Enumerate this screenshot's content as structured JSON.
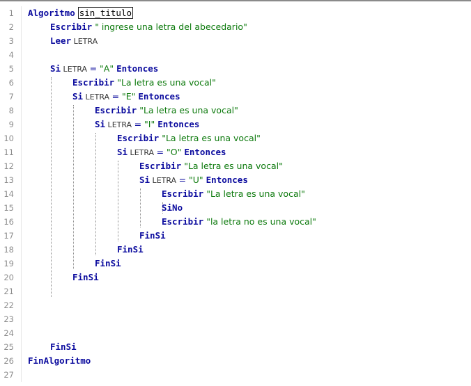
{
  "editor": {
    "lines": [
      {
        "n": "1",
        "indent": 0,
        "tokens": [
          {
            "t": "kw",
            "v": "Algoritmo"
          },
          {
            "t": "name",
            "v": "sin_titulo"
          }
        ]
      },
      {
        "n": "2",
        "indent": 1,
        "tokens": [
          {
            "t": "kw",
            "v": "Escribir"
          },
          {
            "t": "str",
            "v": " \" ingrese una letra del abecedario\""
          }
        ]
      },
      {
        "n": "3",
        "indent": 1,
        "tokens": [
          {
            "t": "kw",
            "v": "Leer"
          },
          {
            "t": "id",
            "v": " LETRA"
          }
        ]
      },
      {
        "n": "4",
        "indent": 0,
        "tokens": []
      },
      {
        "n": "5",
        "indent": 1,
        "tokens": [
          {
            "t": "kw",
            "v": "Si"
          },
          {
            "t": "id",
            "v": " LETRA "
          },
          {
            "t": "op",
            "v": "= "
          },
          {
            "t": "str",
            "v": "\"A\" "
          },
          {
            "t": "kw",
            "v": "Entonces"
          }
        ]
      },
      {
        "n": "6",
        "indent": 2,
        "tokens": [
          {
            "t": "kw",
            "v": "Escribir"
          },
          {
            "t": "str",
            "v": " \"La letra es una vocal\""
          }
        ]
      },
      {
        "n": "7",
        "indent": 2,
        "tokens": [
          {
            "t": "kw",
            "v": "Si"
          },
          {
            "t": "id",
            "v": " LETRA "
          },
          {
            "t": "op",
            "v": "= "
          },
          {
            "t": "str",
            "v": "\"E\" "
          },
          {
            "t": "kw",
            "v": "Entonces"
          }
        ]
      },
      {
        "n": "8",
        "indent": 3,
        "tokens": [
          {
            "t": "kw",
            "v": "Escribir"
          },
          {
            "t": "str",
            "v": " \"La letra es una vocal\""
          }
        ]
      },
      {
        "n": "9",
        "indent": 3,
        "tokens": [
          {
            "t": "kw",
            "v": "Si"
          },
          {
            "t": "id",
            "v": " LETRA "
          },
          {
            "t": "op",
            "v": "= "
          },
          {
            "t": "str",
            "v": "\"I\" "
          },
          {
            "t": "kw",
            "v": "Entonces"
          }
        ]
      },
      {
        "n": "10",
        "indent": 4,
        "tokens": [
          {
            "t": "kw",
            "v": "Escribir"
          },
          {
            "t": "str",
            "v": " \"La letra es una vocal\""
          }
        ]
      },
      {
        "n": "11",
        "indent": 4,
        "tokens": [
          {
            "t": "kw",
            "v": "Si"
          },
          {
            "t": "id",
            "v": " LETRA "
          },
          {
            "t": "op",
            "v": "= "
          },
          {
            "t": "str",
            "v": "\"O\" "
          },
          {
            "t": "kw",
            "v": "Entonces"
          }
        ]
      },
      {
        "n": "12",
        "indent": 5,
        "tokens": [
          {
            "t": "kw",
            "v": "Escribir"
          },
          {
            "t": "str",
            "v": " \"La letra es una vocal\""
          }
        ]
      },
      {
        "n": "13",
        "indent": 5,
        "tokens": [
          {
            "t": "kw",
            "v": "Si"
          },
          {
            "t": "id",
            "v": " LETRA "
          },
          {
            "t": "op",
            "v": "= "
          },
          {
            "t": "str",
            "v": "\"U\" "
          },
          {
            "t": "kw",
            "v": "Entonces"
          }
        ]
      },
      {
        "n": "14",
        "indent": 6,
        "tokens": [
          {
            "t": "kw",
            "v": "Escribir"
          },
          {
            "t": "str",
            "v": " \"La letra es una vocal\""
          }
        ]
      },
      {
        "n": "15",
        "indent": 6,
        "tokens": [
          {
            "t": "kw",
            "v": "SiNo"
          }
        ]
      },
      {
        "n": "16",
        "indent": 6,
        "tokens": [
          {
            "t": "kw",
            "v": "Escribir"
          },
          {
            "t": "str",
            "v": " \"la letra no es una vocal\""
          }
        ]
      },
      {
        "n": "17",
        "indent": 5,
        "tokens": [
          {
            "t": "kw",
            "v": "FinSi"
          }
        ]
      },
      {
        "n": "18",
        "indent": 4,
        "tokens": [
          {
            "t": "kw",
            "v": "FinSi"
          }
        ]
      },
      {
        "n": "19",
        "indent": 3,
        "tokens": [
          {
            "t": "kw",
            "v": "FinSi"
          }
        ]
      },
      {
        "n": "20",
        "indent": 2,
        "tokens": [
          {
            "t": "kw",
            "v": "FinSi"
          }
        ]
      },
      {
        "n": "21",
        "indent": 0,
        "tokens": []
      },
      {
        "n": "22",
        "indent": 0,
        "tokens": []
      },
      {
        "n": "23",
        "indent": 0,
        "tokens": []
      },
      {
        "n": "24",
        "indent": 0,
        "tokens": []
      },
      {
        "n": "25",
        "indent": 1,
        "tokens": [
          {
            "t": "kw",
            "v": "FinSi"
          }
        ]
      },
      {
        "n": "26",
        "indent": 0,
        "tokens": [
          {
            "t": "kw",
            "v": "FinAlgoritmo"
          }
        ]
      },
      {
        "n": "27",
        "indent": 0,
        "tokens": []
      }
    ],
    "colors": {
      "keyword": "#0b0b9e",
      "string": "#0d7a0d",
      "identifier": "#333333",
      "line_number": "#8d8d8d",
      "background": "#ffffff"
    }
  }
}
